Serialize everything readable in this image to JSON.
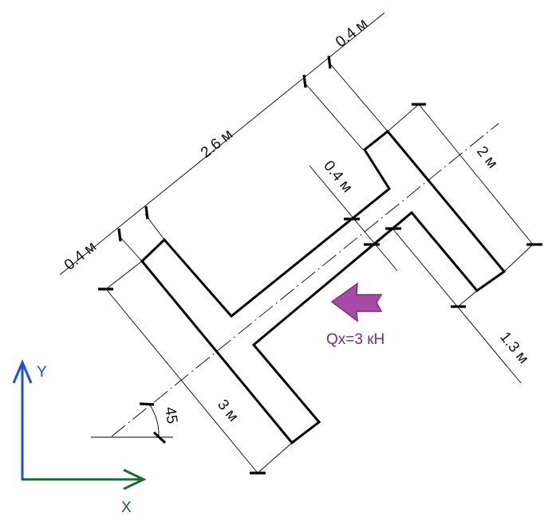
{
  "diagram": {
    "type": "structural-section",
    "description": "Rotated I-beam (H) section with dimension lines and a horizontal load",
    "rotation_angle_label": "45",
    "dimensions": {
      "flange_thickness_top": "0.4 м",
      "web_clear_height": "2.6 м",
      "flange_thickness_bottom": "0.4 м",
      "web_thickness": "0.4 м",
      "top_flange_width": "2 м",
      "top_flange_offset": "1.3 м",
      "bottom_flange_width": "3 м"
    },
    "load": {
      "label": "Qx=3 кН",
      "direction": "left",
      "color": "#7b2a7e",
      "fill_color": "#a64ca6"
    },
    "axes": {
      "y_label": "Y",
      "x_label": "X",
      "y_color": "#1a4fe0",
      "x_color": "#1b6a30"
    }
  }
}
